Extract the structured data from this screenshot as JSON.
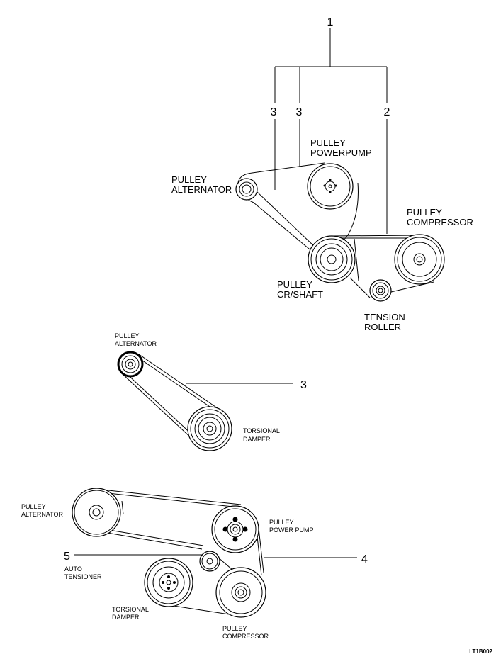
{
  "figure1": {
    "callouts": {
      "n1": "1",
      "n3a": "3",
      "n3b": "3",
      "n2": "2"
    },
    "labels": {
      "powerpump_1": "PULLEY",
      "powerpump_2": "POWERPUMP",
      "alternator_1": "PULLEY",
      "alternator_2": "ALTERNATOR",
      "compressor_1": "PULLEY",
      "compressor_2": "COMPRESSOR",
      "crshaft_1": "PULLEY",
      "crshaft_2": "CR/SHAFT",
      "roller_1": "TENSION",
      "roller_2": "ROLLER"
    }
  },
  "figure2": {
    "callouts": {
      "n3": "3"
    },
    "labels": {
      "alternator_1": "PULLEY",
      "alternator_2": "ALTERNATOR",
      "damper_1": "TORSIONAL",
      "damper_2": "DAMPER"
    }
  },
  "figure3": {
    "callouts": {
      "n5": "5",
      "n4": "4"
    },
    "labels": {
      "alternator_1": "PULLEY",
      "alternator_2": "ALTERNATOR",
      "powerpump_1": "PULLEY",
      "powerpump_2": "POWER PUMP",
      "tensioner_1": "AUTO",
      "tensioner_2": "TENSIONER",
      "damper_1": "TORSIONAL",
      "damper_2": "DAMPER",
      "compressor_1": "PULLEY",
      "compressor_2": "COMPRESSOR"
    }
  },
  "image_code": "LT1B002"
}
